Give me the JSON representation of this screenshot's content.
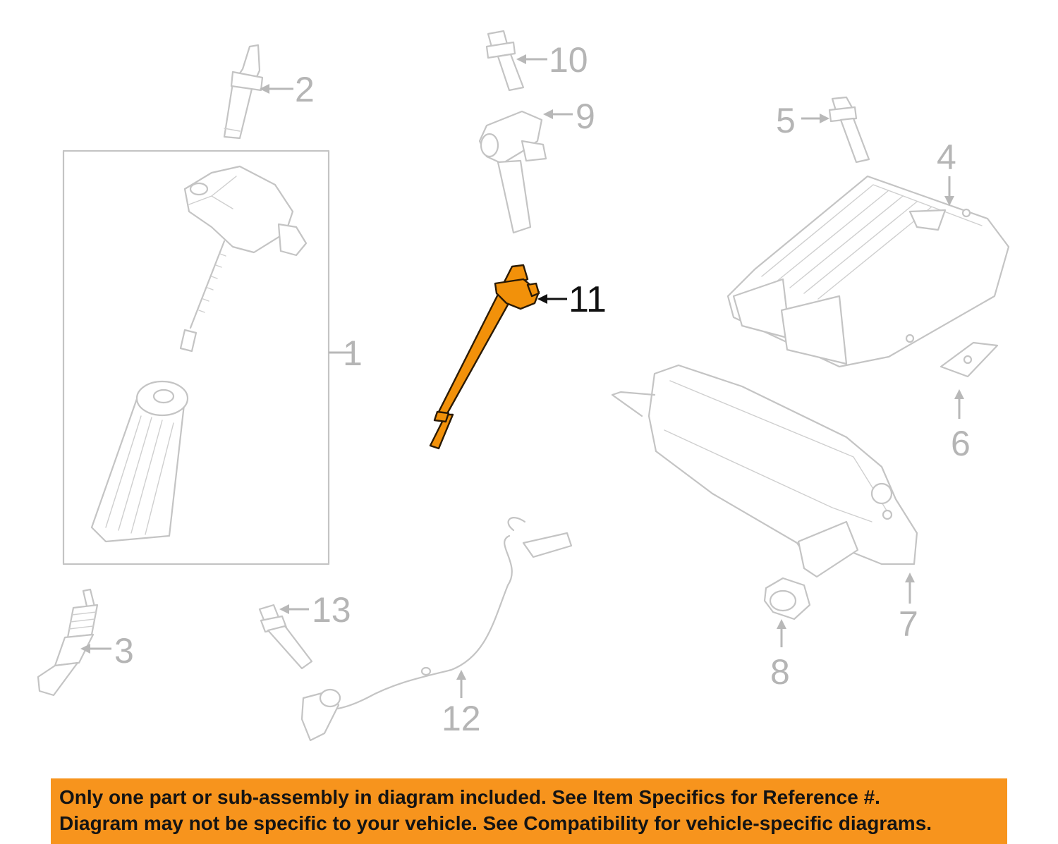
{
  "callouts": {
    "c1": "1",
    "c2": "2",
    "c3": "3",
    "c4": "4",
    "c5": "5",
    "c6": "6",
    "c7": "7",
    "c8": "8",
    "c9": "9",
    "c10": "10",
    "c11": "11",
    "c12": "12",
    "c13": "13"
  },
  "highlight_part": "11",
  "colors": {
    "highlight": "#f2910a",
    "ghost_stroke": "#c4c4c4",
    "banner": "#f7941d"
  },
  "banner": {
    "line1": "Only one part or sub-assembly in diagram included. See Item Specifics for Reference #.",
    "line2": "Diagram may not be specific to your vehicle. See Compatibility for vehicle-specific diagrams."
  }
}
